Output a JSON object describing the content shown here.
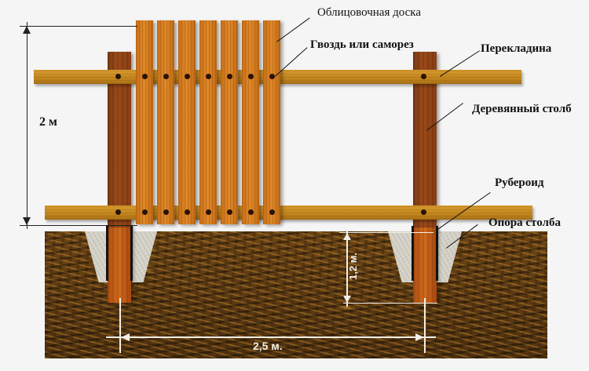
{
  "diagram": {
    "title": "Wooden picket fence construction",
    "labels": {
      "facing_board": "Облицовочная доска",
      "nail_or_screw": "Гвоздь или саморез",
      "crossbar": "Перекладина",
      "wooden_post": "Деревянный столб",
      "roofing_felt": "Рубероид",
      "post_support": "Опора столба"
    },
    "dimensions": {
      "height": "2 м",
      "depth": "1,2 м.",
      "span": "2,5 м."
    },
    "components": {
      "boards_count": 7,
      "posts_count": 2,
      "crossbars_count": 2
    },
    "colors": {
      "background": "#f5f5f5",
      "post": "#8a3f14",
      "crossbar": "#c2861f",
      "board": "#d07a20",
      "soil": "#5a3a12",
      "concrete": "#d9d6cc",
      "dimension_dark": "#222222",
      "dimension_light": "#f2efe6"
    }
  }
}
